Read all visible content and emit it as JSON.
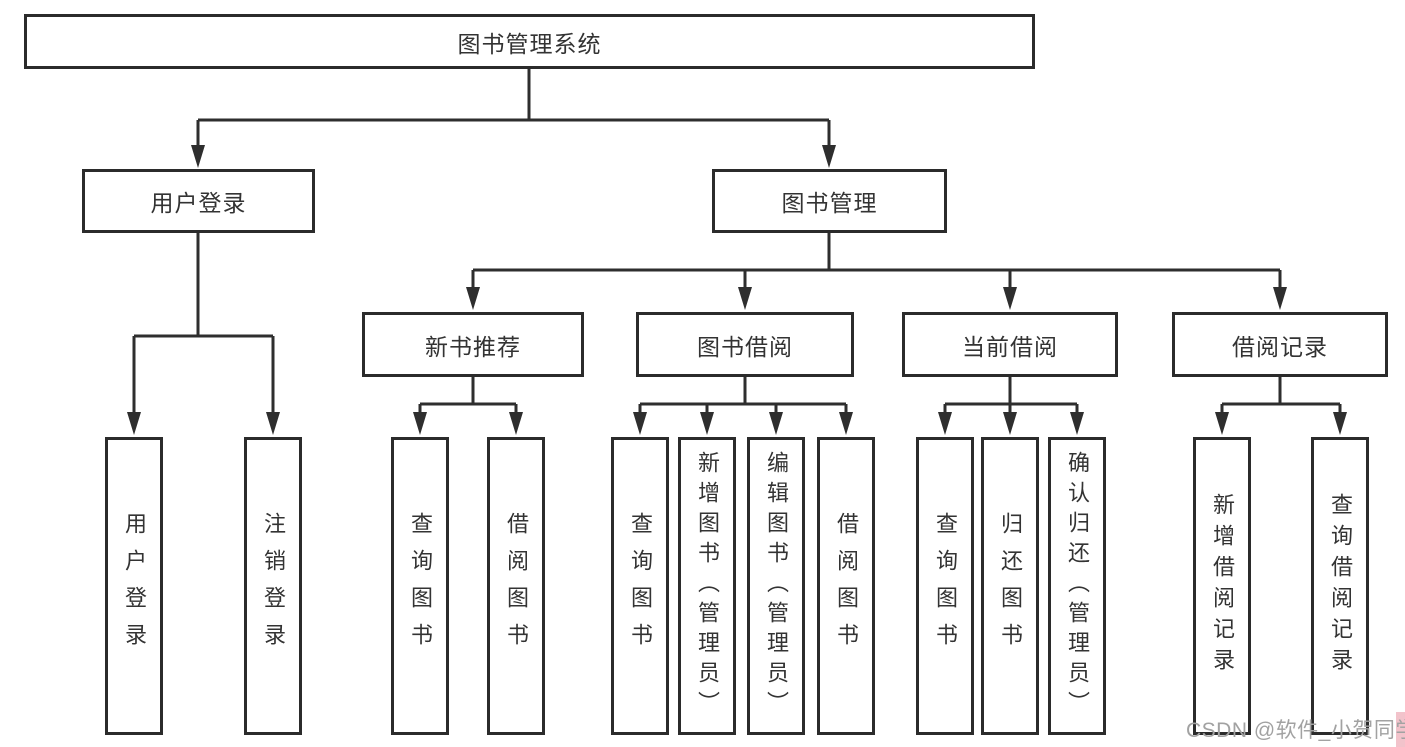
{
  "diagram_title": "图书管理系统",
  "tree": {
    "label": "图书管理系统",
    "children": [
      {
        "label": "用户登录",
        "children": [
          {
            "label": "用户登录"
          },
          {
            "label": "注销登录"
          }
        ]
      },
      {
        "label": "图书管理",
        "children": [
          {
            "label": "新书推荐",
            "children": [
              {
                "label": "查询图书"
              },
              {
                "label": "借阅图书"
              }
            ]
          },
          {
            "label": "图书借阅",
            "children": [
              {
                "label": "查询图书"
              },
              {
                "label": "新增图书（管理员）"
              },
              {
                "label": "编辑图书（管理员）"
              },
              {
                "label": "借阅图书"
              }
            ]
          },
          {
            "label": "当前借阅",
            "children": [
              {
                "label": "查询图书"
              },
              {
                "label": "归还图书"
              },
              {
                "label": "确认归还（管理员）"
              }
            ]
          },
          {
            "label": "借阅记录",
            "children": [
              {
                "label": "新增借阅记录"
              },
              {
                "label": "查询借阅记录"
              }
            ]
          }
        ]
      }
    ]
  },
  "watermark": {
    "text": "CSDN @软件_小贺同学"
  },
  "colors": {
    "background": "#ffffff",
    "box_border": "#2b2b2b",
    "connector_line": "#2e2e2e",
    "text": "#333333",
    "watermark_text": "#a2a2a2",
    "watermark_accent": "#f2c3cb"
  }
}
